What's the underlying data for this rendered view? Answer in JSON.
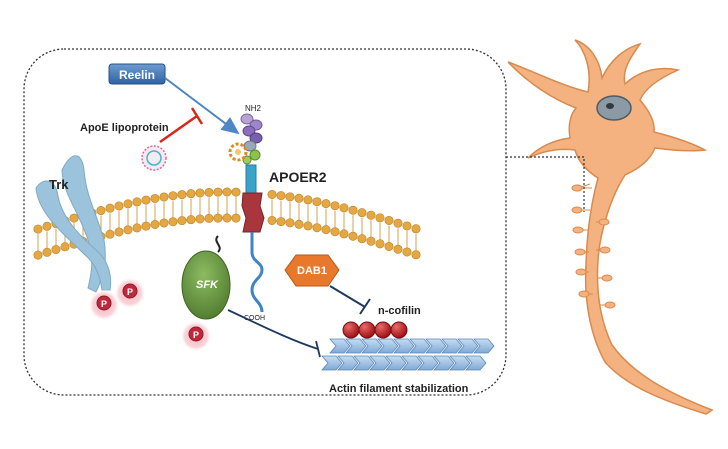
{
  "labels": {
    "reelin": "Reelin",
    "nh2": "NH2",
    "apoe": "ApoE lipoprotein",
    "apoer2": "APOER2",
    "trk": "Trk",
    "phospho": "P",
    "sfk": "SFK",
    "dab1": "DAB1",
    "cooh": "COOH",
    "ncofilin": "n-cofilin",
    "actin": "Actin filament stabilization"
  },
  "colors": {
    "reelin_fill": "#3d78b8",
    "inhibit_red": "#d9261c",
    "inhibit_navy": "#1f3a5f",
    "arrow_blue": "#4f86c6",
    "membrane_head": "#e5a741",
    "receptor_red": "#a8363c",
    "receptor_blue": "#3aa3c9",
    "trk_blue": "#9cc3dc",
    "sfk_green": "#6b9a45",
    "dab1_orange": "#e8792c",
    "phospho_red": "#c0283c",
    "cofilin_red": "#c21d24",
    "actin_blue": "#9ec3e6",
    "neuron_fill": "#f3b27f",
    "neuron_stroke": "#d98a4e",
    "nucleus": "#8c9aa6"
  }
}
